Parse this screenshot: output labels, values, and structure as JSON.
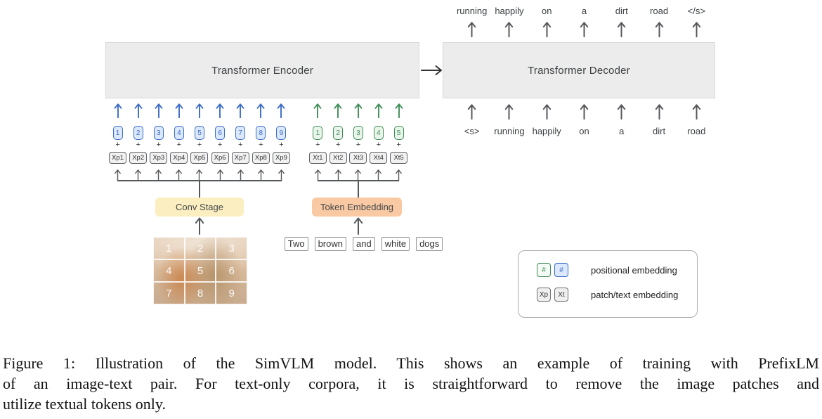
{
  "figure": {
    "encoder": {
      "label": "Transformer Encoder"
    },
    "decoder": {
      "label": "Transformer Decoder"
    },
    "flow_arrow": "→",
    "decoder_output_tokens": [
      "running",
      "happily",
      "on",
      "a",
      "dirt",
      "road",
      "</s>"
    ],
    "decoder_input_tokens": [
      "<s>",
      "running",
      "happily",
      "on",
      "a",
      "dirt",
      "road"
    ],
    "plus": "+",
    "patch_stream": {
      "positions": [
        "1",
        "2",
        "3",
        "4",
        "5",
        "6",
        "7",
        "8",
        "9"
      ],
      "embeddings": [
        "Xp1",
        "Xp2",
        "Xp3",
        "Xp4",
        "Xp5",
        "Xp6",
        "Xp7",
        "Xp8",
        "Xp9"
      ]
    },
    "text_stream": {
      "positions": [
        "1",
        "2",
        "3",
        "4",
        "5"
      ],
      "embeddings": [
        "Xt1",
        "Xt2",
        "Xt3",
        "Xt4",
        "Xt5"
      ]
    },
    "conv_stage_label": "Conv Stage",
    "token_embedding_label": "Token Embedding",
    "image_patch_numbers": [
      "1",
      "2",
      "3",
      "4",
      "5",
      "6",
      "7",
      "8",
      "9"
    ],
    "input_words": [
      "Two",
      "brown",
      "and",
      "white",
      "dogs"
    ],
    "legend": {
      "positional_boxes": [
        "#",
        "#"
      ],
      "positional_label": "positional embedding",
      "embedding_boxes": [
        "Xp",
        "Xt"
      ],
      "embedding_label": "patch/text embedding"
    },
    "colors": {
      "blue": "#3b6cc7",
      "blue_fill": "#dce8fb",
      "green": "#3f8e57",
      "green_fill": "#e9f4eb",
      "gray_box_border": "#5f6368",
      "gray_box_fill": "#f1f1f1",
      "panel_fill": "#ececec",
      "conv_stage_fill": "#fbeec0",
      "token_embedding_fill": "#f9c9a3",
      "arrow_gray": "#56585b"
    }
  },
  "caption": {
    "lines": [
      "Figure 1: Illustration of the SimVLM model. This shows an example of training with PrefixLM",
      "of an image-text pair. For text-only corpora, it is straightforward to remove the image patches and",
      "utilize textual tokens only."
    ]
  }
}
